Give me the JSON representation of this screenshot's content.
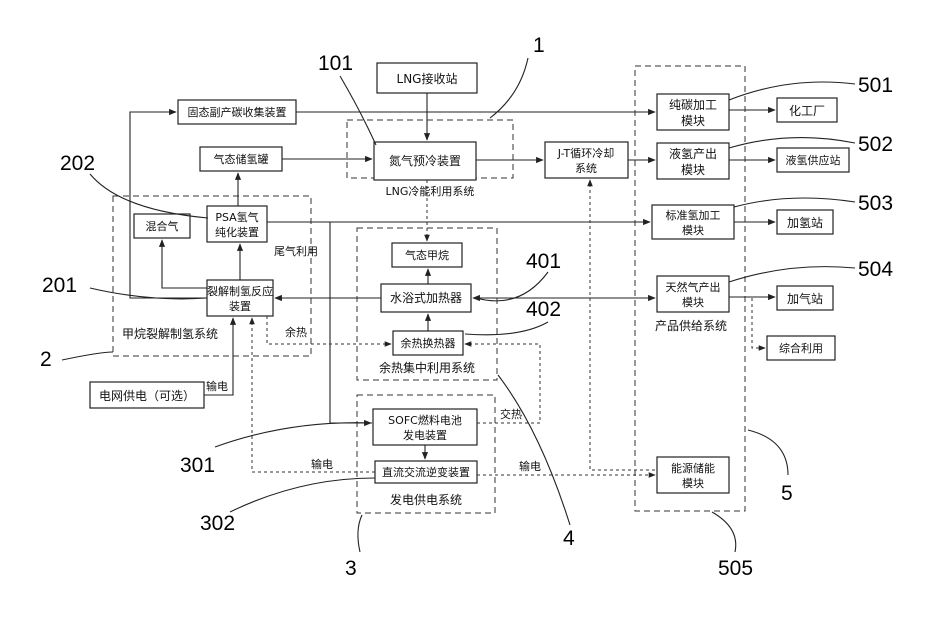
{
  "blocks": {
    "lng_receiving": "LNG接收站",
    "solid_carbon_collect": "固态副产碳收集装置",
    "nitrogen_precool": "氮气预冷装置",
    "lng_cold_system": "LNG冷能利用系统",
    "gas_storage": "气态储氢罐",
    "jt_cycle_line1": "J-T循环冷却",
    "jt_cycle_line2": "系统",
    "pure_carbon_line1": "纯碳加工",
    "pure_carbon_line2": "模块",
    "chem_plant": "化工厂",
    "liquid_h2_line1": "液氢产出",
    "liquid_h2_line2": "模块",
    "liquid_h2_station": "液氢供应站",
    "psa_line1": "PSA氢气",
    "psa_line2": "纯化装置",
    "mixed_gas": "混合气",
    "tail_gas": "尾气利用",
    "std_h2_line1": "标准氢加工",
    "std_h2_line2": "模块",
    "h2_station": "加氢站",
    "gaseous_methane": "气态甲烷",
    "crack_line1": "裂解制氢反应",
    "crack_line2": "装置",
    "water_bath": "水浴式加热器",
    "ng_output_line1": "天然气产出",
    "ng_output_line2": "模块",
    "gas_station": "加气站",
    "product_supply": "产品供给系统",
    "comprehensive_use": "综合利用",
    "waste_heat_word": "余热",
    "waste_heat_exchanger": "余热换热器",
    "methane_crack_system": "甲烷裂解制氢系统",
    "waste_heat_system": "余热集中利用系统",
    "grid_supply": "电网供电（可选）",
    "transmit_power_1": "输电",
    "sofc_line1": "SOFC燃料电池",
    "sofc_line2": "发电装置",
    "exchange_heat": "交热",
    "transmit_power_2": "输电",
    "inverter": "直流交流逆变装置",
    "transmit_power_3": "输电",
    "energy_storage_line1": "能源储能",
    "energy_storage_line2": "模块",
    "power_supply_system": "发电供电系统"
  },
  "labels": {
    "n1": "1",
    "n101": "101",
    "n202": "202",
    "n201": "201",
    "n2": "2",
    "n401": "401",
    "n402": "402",
    "n301": "301",
    "n302": "302",
    "n3": "3",
    "n4": "4",
    "n5": "5",
    "n501": "501",
    "n502": "502",
    "n503": "503",
    "n504": "504",
    "n505": "505"
  }
}
